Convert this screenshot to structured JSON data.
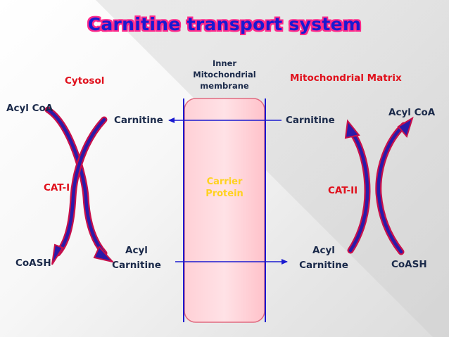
{
  "title": "Carnitine transport system",
  "membrane_label": [
    "Inner",
    "Mitochondrial",
    "membrane"
  ],
  "cytosol_label": "Cytosol",
  "matrix_label": "Mitochondrial Matrix",
  "carrier_label": [
    "Carrier",
    "Protein"
  ],
  "left": {
    "acyl_coa": "Acyl CoA",
    "carnitine": "Carnitine",
    "enzyme": "CAT-I",
    "coash": "CoASH",
    "acyl_carnitine": [
      "Acyl",
      "Carnitine"
    ]
  },
  "right": {
    "carnitine": "Carnitine",
    "acyl_coa": "Acyl CoA",
    "enzyme": "CAT-II",
    "acyl_carnitine": [
      "Acyl",
      "Carnitine"
    ],
    "coash": "CoASH"
  },
  "colors": {
    "membrane": "#1a1ad0",
    "carrier_fill": "#ffc6cc",
    "arrow_outer": "#c8104a",
    "arrow_inner": "#2a1aa8",
    "label_red": "#e0101c",
    "carrier_text": "#ffd21f"
  }
}
